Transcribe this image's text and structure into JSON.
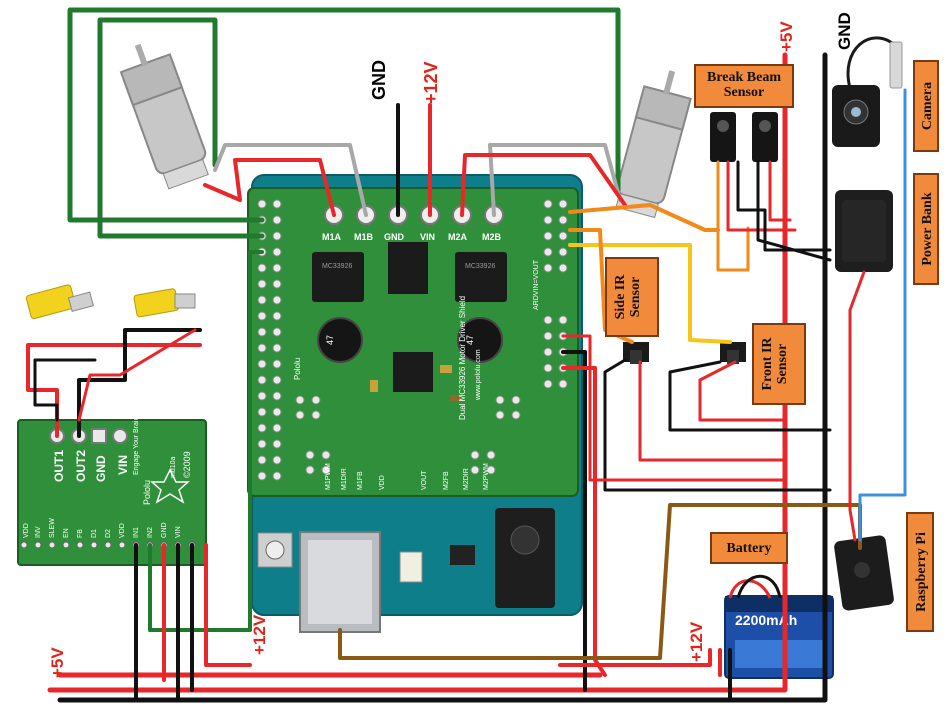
{
  "labels": {
    "gnd_top": "GND",
    "v12_top": "+12V",
    "v5_right": "+5V",
    "gnd_right": "GND",
    "v5_bottom_left": "+5V",
    "v12_bottom_left": "+12V",
    "v12_battery": "+12V"
  },
  "components": {
    "break_beam": "Break Beam Sensor",
    "side_ir": "Side IR Sensor",
    "front_ir": "Front IR Sensor",
    "camera": "Camera",
    "power_bank": "Power Bank",
    "battery": "Battery",
    "raspberry_pi": "Raspberry Pi"
  },
  "motor_shield": {
    "m1a": "M1A",
    "m1b": "M1B",
    "gnd": "GND",
    "vin": "VIN",
    "m2a": "M2A",
    "m2b": "M2B",
    "chip1": "MC33926",
    "chip2": "MC33926",
    "name": "Dual MC33926 Motor Driver Shield",
    "brand": "Pololu",
    "site": "www.pololu.com",
    "cap1": "47",
    "cap2": "47",
    "arduino_vin": "ARDVIN=VOUT",
    "pins_bottom": [
      "M1PWM",
      "M1DIR",
      "M1FB",
      "VDD",
      "VOUT",
      "M2FB",
      "M2DIR",
      "M2PWM"
    ]
  },
  "small_driver": {
    "out1": "OUT1",
    "out2": "OUT2",
    "gnd": "GND",
    "vin": "VIN",
    "brand": "Pololu",
    "year": "©2009",
    "part": "md10a",
    "pins": [
      "VDD",
      "INV",
      "SLEW",
      "EN",
      "FB",
      "D1",
      "D2",
      "VDD",
      "IN1",
      "IN2",
      "GND",
      "VIN"
    ],
    "tag": "Engage Your Brain"
  },
  "battery_label": "2200mAh",
  "colors": {
    "red": "#e8272a",
    "black": "#111111",
    "green": "#1f7a2e",
    "gray": "#a8a8a8",
    "orange": "#f28a1a",
    "yellow": "#f5c518",
    "brown": "#8a5a14",
    "blue": "#3f8fe0",
    "label_bg": "#f28a3c",
    "board_green": "#2f8f3a",
    "arduino_teal": "#0e7e8a"
  }
}
